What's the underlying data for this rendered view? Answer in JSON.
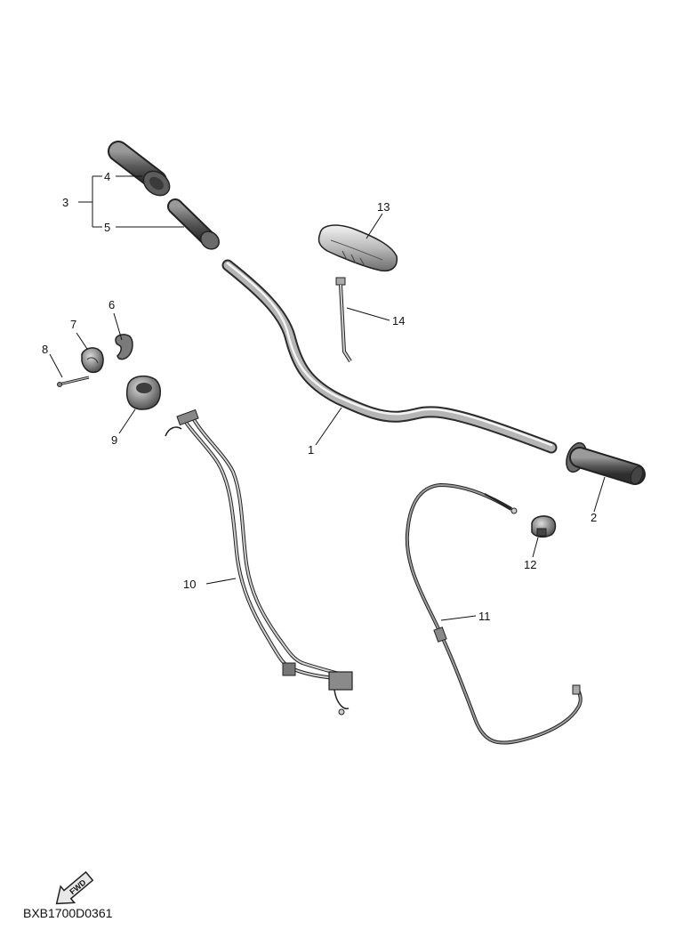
{
  "diagram_code": "BXB1700D0361",
  "fwd_label": "FWD",
  "callouts": {
    "c1": "1",
    "c2": "2",
    "c3": "3",
    "c4": "4",
    "c5": "5",
    "c6": "6",
    "c7": "7",
    "c8": "8",
    "c9": "9",
    "c10": "10",
    "c11": "11",
    "c12": "12",
    "c13": "13",
    "c14": "14"
  }
}
